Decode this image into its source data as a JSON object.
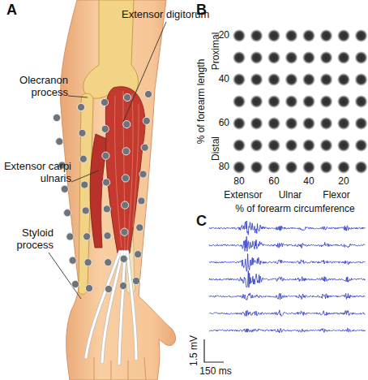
{
  "diagram": {
    "labels": [
      "A",
      "Extensor digitorum",
      "Olecranon process",
      "Extensor carpi ulnaris",
      "Styloid process",
      "B",
      "% of forearm length",
      "Proximal",
      "Distal",
      "20",
      "40",
      "60",
      "80",
      "Extensor",
      "Ulnar",
      "Flexor",
      "80",
      "60",
      "40",
      "20",
      "% of forearm circumference",
      "C",
      "1.5 mV",
      "150 ms"
    ]
  }
}
